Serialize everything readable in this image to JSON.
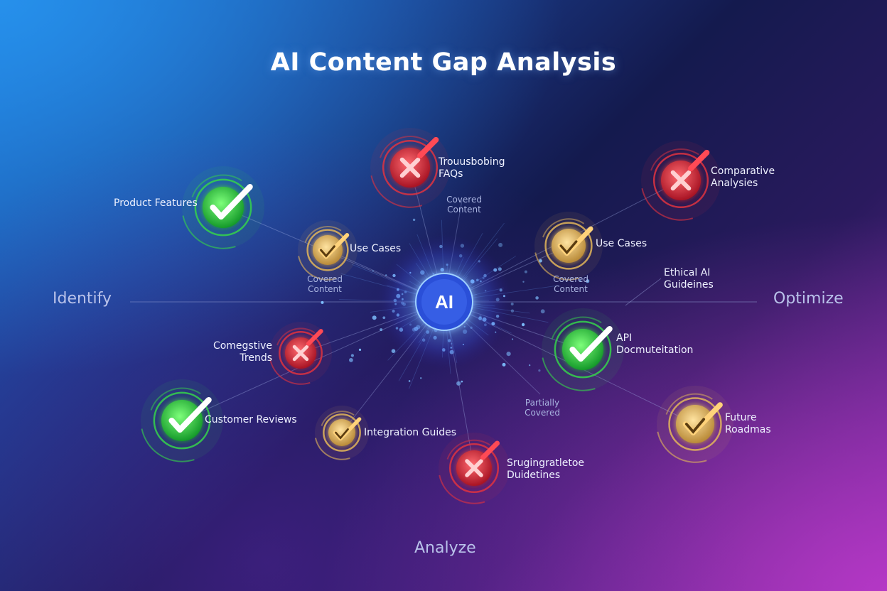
{
  "title": "AI Content Gap Analysis",
  "axes": {
    "left": "Identify",
    "right": "Optimize",
    "bottom": "Analyze"
  },
  "hub_label": "AI",
  "colors": {
    "covered": "#35d34a",
    "partial": "#e3b65a",
    "gap": "#e0323f",
    "hub": "#5aa8ff"
  },
  "nodes": [
    {
      "id": "product-features",
      "status": "covered",
      "icon": "check-icon",
      "label": [
        "Product Features"
      ]
    },
    {
      "id": "troubleshooting-faqs",
      "status": "gap",
      "icon": "cross-icon",
      "label": [
        "Trouusbobing",
        "FAQs"
      ]
    },
    {
      "id": "comparative-analyses",
      "status": "gap",
      "icon": "cross-icon",
      "label": [
        "Comparative",
        "Analysies"
      ]
    },
    {
      "id": "use-cases-left",
      "status": "partial",
      "icon": "check-icon",
      "label": [
        "Use Cases"
      ]
    },
    {
      "id": "use-cases-right",
      "status": "partial",
      "icon": "check-icon",
      "label": [
        "Use Cases"
      ]
    },
    {
      "id": "competitive-trends",
      "status": "gap",
      "icon": "cross-icon",
      "label": [
        "Comegstive",
        "Trends"
      ]
    },
    {
      "id": "api-documentation",
      "status": "covered",
      "icon": "check-icon",
      "label": [
        "API",
        "Docmuteitation"
      ]
    },
    {
      "id": "customer-reviews",
      "status": "covered",
      "icon": "check-icon",
      "label": [
        "Customer Reviews"
      ]
    },
    {
      "id": "integration-guides",
      "status": "partial",
      "icon": "check-icon",
      "label": [
        "Integration Guides"
      ]
    },
    {
      "id": "strategic-guidelines",
      "status": "gap",
      "icon": "cross-icon",
      "label": [
        "Srugingratletoe",
        "Duidetines"
      ]
    },
    {
      "id": "future-roadmaps",
      "status": "partial",
      "icon": "check-icon",
      "label": [
        "Future",
        "Roadmas"
      ]
    }
  ],
  "annotations": [
    {
      "id": "covered-content-top",
      "lines": [
        "Covered",
        "Content"
      ]
    },
    {
      "id": "covered-content-left",
      "lines": [
        "Covered",
        "Content"
      ]
    },
    {
      "id": "covered-content-right",
      "lines": [
        "Covered",
        "Content"
      ]
    },
    {
      "id": "ethical-ai-guidelines",
      "lines": [
        "Ethical AI",
        "Guideines"
      ]
    },
    {
      "id": "partially-covered",
      "lines": [
        "Partially",
        "Covered"
      ]
    }
  ]
}
